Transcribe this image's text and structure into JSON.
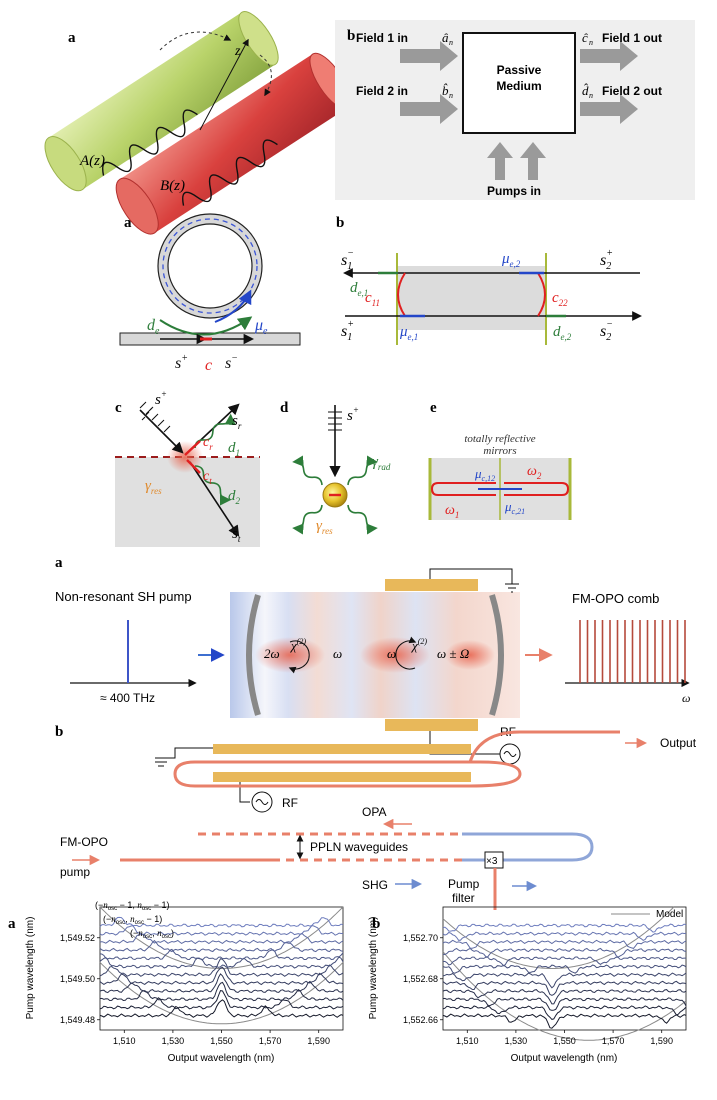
{
  "panel1": {
    "label_a": "a",
    "label_b": "b",
    "cyl_a_label": "A(z)",
    "cyl_b_label": "B(z)",
    "axis_z": "z",
    "field1_in": "Field 1 in",
    "field2_in": "Field 2 in",
    "op_a": "â",
    "op_b": "b̂",
    "op_c": "ĉ",
    "op_d": "d̂",
    "op_sub": "n",
    "box_title": "Passive\nMedium",
    "field1_out": "Field 1 out",
    "field2_out": "Field 2 out",
    "pumps_in": "Pumps in",
    "colors": {
      "green_cyl": "#b9d36a",
      "red_cyl": "#d9413e",
      "arrow_gray": "#9a9a9a",
      "box_bg": "#e4e4e4"
    }
  },
  "panel2": {
    "label_a": "a",
    "label_b": "b",
    "a_de": "d",
    "a_de_sub": "e",
    "a_mue": "μ",
    "a_mue_sub": "e",
    "a_splus": "s",
    "a_splus_sup": "+",
    "a_c": "c",
    "a_sminus": "s",
    "a_sminus_sup": "−",
    "b_s1minus": "s",
    "b_s1minus_sub": "1",
    "b_s1minus_sup": "−",
    "b_s1plus": "s",
    "b_s1plus_sub": "1",
    "b_s1plus_sup": "+",
    "b_s2plus": "s",
    "b_s2plus_sub": "2",
    "b_s2plus_sup": "+",
    "b_s2minus": "s",
    "b_s2minus_sub": "2",
    "b_s2minus_sup": "−",
    "b_de1": "d",
    "b_de1_sub": "e,1",
    "b_c11": "c",
    "b_c11_sub": "11",
    "b_mue1": "μ",
    "b_mue1_sub": "e,1",
    "b_mue2": "μ",
    "b_mue2_sub": "e,2",
    "b_c22": "c",
    "b_c22_sub": "22",
    "b_de2": "d",
    "b_de2_sub": "e,2"
  },
  "panel3": {
    "label_c": "c",
    "label_d": "d",
    "label_e": "e",
    "c_splus": "s",
    "c_splus_sup": "+",
    "c_sr": "s",
    "c_sr_sub": "r",
    "c_d1": "d",
    "c_d1_sub": "1",
    "c_cr": "c",
    "c_cr_sub": "r",
    "c_ct": "c",
    "c_ct_sub": "t",
    "c_d2": "d",
    "c_d2_sub": "2",
    "c_st": "s",
    "c_st_sub": "t",
    "c_gamma": "γ",
    "c_gamma_sub": "res",
    "d_splus": "s",
    "d_splus_sup": "+",
    "d_gamma_rad": "γ",
    "d_gamma_rad_sub": "rad",
    "d_gamma_res": "γ",
    "d_gamma_res_sub": "res",
    "e_title1": "totally reflective",
    "e_title2": "mirrors",
    "e_mu12": "μ",
    "e_mu12_sub": "c,12",
    "e_omega2": "ω",
    "e_omega2_sub": "2",
    "e_omega1": "ω",
    "e_omega1_sub": "1",
    "e_mu21": "μ",
    "e_mu21_sub": "c,21"
  },
  "panel4": {
    "label_a": "a",
    "label_b": "b",
    "sh_pump": "Non-resonant SH pump",
    "freq": "≈ 400 THz",
    "two_omega": "2ω",
    "chi2": "χ",
    "chi2_sup": "(2)",
    "omega": "ω",
    "omega_pm": "ω ± Ω",
    "rf": "RF",
    "comb": "FM-OPO comb",
    "omega_axis": "ω",
    "output": "Output",
    "opa": "OPA",
    "pump_line1": "FM-OPO",
    "pump_line2": "pump",
    "ppln": "PPLN waveguides",
    "shg": "SHG",
    "x3": "×3",
    "filter1": "Pump",
    "filter2": "filter",
    "colors": {
      "electrode": "#e8b85a",
      "waveguide": "#e8806a",
      "blue_guide": "#8fa6d8",
      "comb_line": "#b54a3c"
    }
  },
  "chart_data": [
    {
      "type": "line",
      "panel_label": "a",
      "xlabel": "Output wavelength (nm)",
      "ylabel": "Pump wavelength (nm)",
      "x_ticks": [
        "1,510",
        "1,530",
        "1,550",
        "1,570",
        "1,590"
      ],
      "y_ticks": [
        "1,549.48",
        "1,549.50",
        "1,549.52"
      ],
      "xlim": [
        1500,
        1600
      ],
      "ylim": [
        1549.475,
        1549.535
      ],
      "annotations": [
        "(−n_osc − 1, n_osc − 1)",
        "(−n_osc, n_osc − 1)",
        "(−n_osc, n_osc)"
      ],
      "annotation_parts": [
        {
          "pre": "(−",
          "n1": "n",
          "s1": "osc",
          "mid1": " − 1, ",
          "n2": "n",
          "s2": "osc",
          "post": " − 1)"
        },
        {
          "pre": "(−",
          "n1": "n",
          "s1": "osc",
          "mid1": ", ",
          "n2": "n",
          "s2": "osc",
          "post": " − 1)"
        },
        {
          "pre": "(−",
          "n1": "n",
          "s1": "osc",
          "mid1": ", ",
          "n2": "n",
          "s2": "osc",
          "post": ")"
        }
      ],
      "series_count": 12,
      "pump_levels": [
        1549.482,
        1549.486,
        1549.49,
        1549.494,
        1549.498,
        1549.502,
        1549.506,
        1549.51,
        1549.514,
        1549.518,
        1549.522,
        1549.526
      ]
    },
    {
      "type": "line",
      "panel_label": "b",
      "xlabel": "Output wavelength (nm)",
      "ylabel": "Pump wavelength (nm)",
      "x_ticks": [
        "1,510",
        "1,530",
        "1,550",
        "1,570",
        "1,590"
      ],
      "y_ticks": [
        "1,552.66",
        "1,552.68",
        "1,552.70"
      ],
      "xlim": [
        1500,
        1600
      ],
      "ylim": [
        1552.655,
        1552.715
      ],
      "legend": "Model",
      "series_count": 12,
      "pump_levels": [
        1552.662,
        1552.666,
        1552.67,
        1552.674,
        1552.678,
        1552.682,
        1552.686,
        1552.69,
        1552.694,
        1552.698,
        1552.702,
        1552.706
      ]
    }
  ]
}
